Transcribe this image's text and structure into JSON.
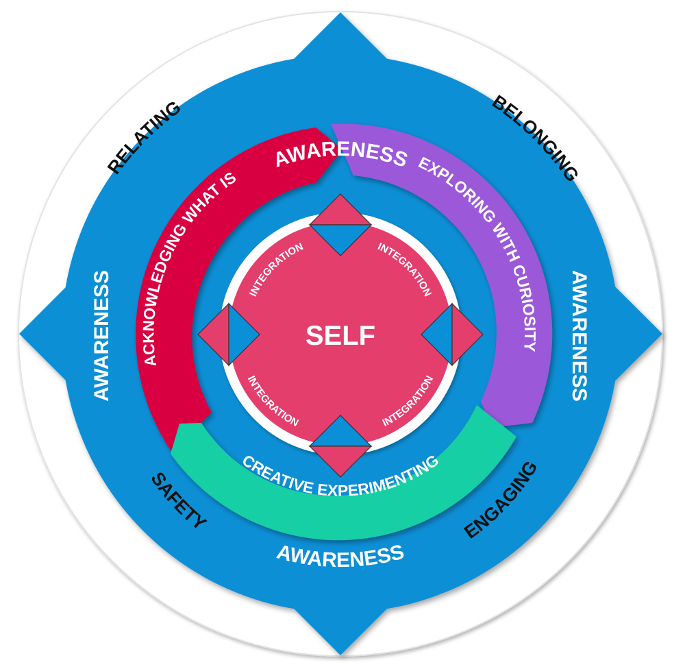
{
  "outer_labels": {
    "relating": "RELATING",
    "belonging": "BELONGING",
    "safety": "SAFETY",
    "engaging": "ENGAGING"
  },
  "awareness_labels": {
    "top": "AWARENESS",
    "bottom": "AWARENESS",
    "left": "AWARENESS",
    "right": "AWARENESS"
  },
  "arrows": {
    "acknowledging": "ACKNOWLEDGING WHAT IS",
    "exploring": "EXPLORING WITH CURIOSITY",
    "creative": "CREATIVE EXPERIMENTING"
  },
  "center": {
    "label": "SELF",
    "integration_top_left": "INTEGRATION",
    "integration_top_right": "INTEGRATION",
    "integration_bottom_left": "INTEGRATION",
    "integration_bottom_right": "INTEGRATION"
  },
  "colors": {
    "blue": "#0b8fd6",
    "crimson": "#d8063f",
    "purple": "#9b59d9",
    "teal": "#17cfa4",
    "pink": "#e43e6d",
    "white": "#ffffff"
  }
}
